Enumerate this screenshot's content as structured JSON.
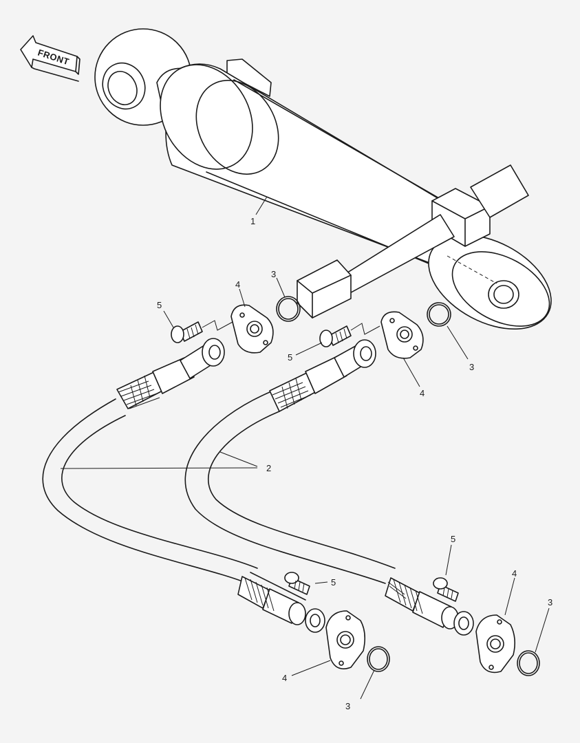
{
  "front_label": "FRONT",
  "callouts": {
    "c1": "1",
    "c2": "2",
    "c3a": "3",
    "c3b": "3",
    "c3c": "3",
    "c3d": "3",
    "c4a": "4",
    "c4b": "4",
    "c4c": "4",
    "c4d": "4",
    "c5a": "5",
    "c5b": "5",
    "c5c": "5",
    "c5d": "5"
  },
  "colors": {
    "line": "#1a1a1a",
    "paper": "#f4f4f4",
    "fill": "#ffffff"
  }
}
